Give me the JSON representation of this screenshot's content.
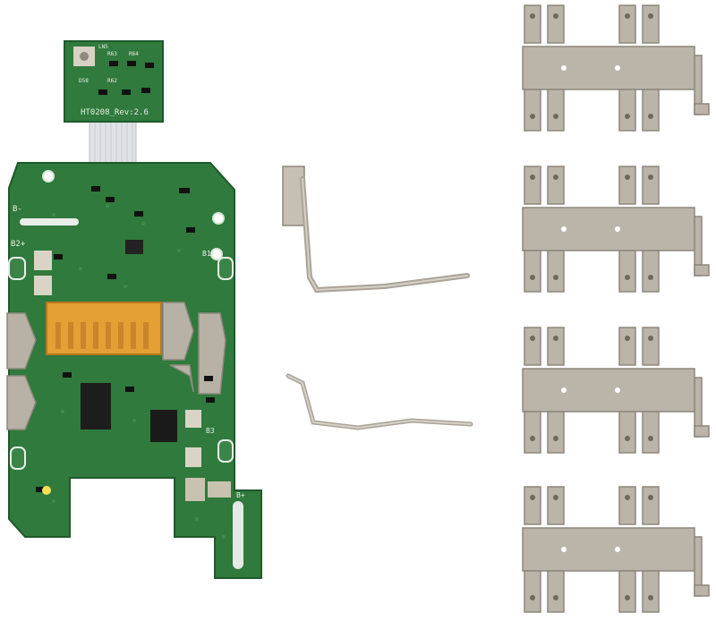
{
  "scene": {
    "description_colors": {
      "background": "#ffffff",
      "pcb_green": "#2f7a3c",
      "pcb_dark": "#1f5a2b",
      "connector_orange": "#e2a035",
      "metal": "#b8b2a6",
      "metal_dark": "#8d877c"
    }
  },
  "main_board": {
    "labels": {
      "b_minus_top": "B-",
      "b2_plus": "B2+",
      "b1_plus": "B1+",
      "b3": "B3",
      "b_plus": "B+"
    }
  },
  "sub_board": {
    "revision_label": "HT0208_Rev:2.6",
    "resistor_labels": [
      "R63",
      "R64",
      "R62",
      "D58",
      "LN5"
    ]
  }
}
